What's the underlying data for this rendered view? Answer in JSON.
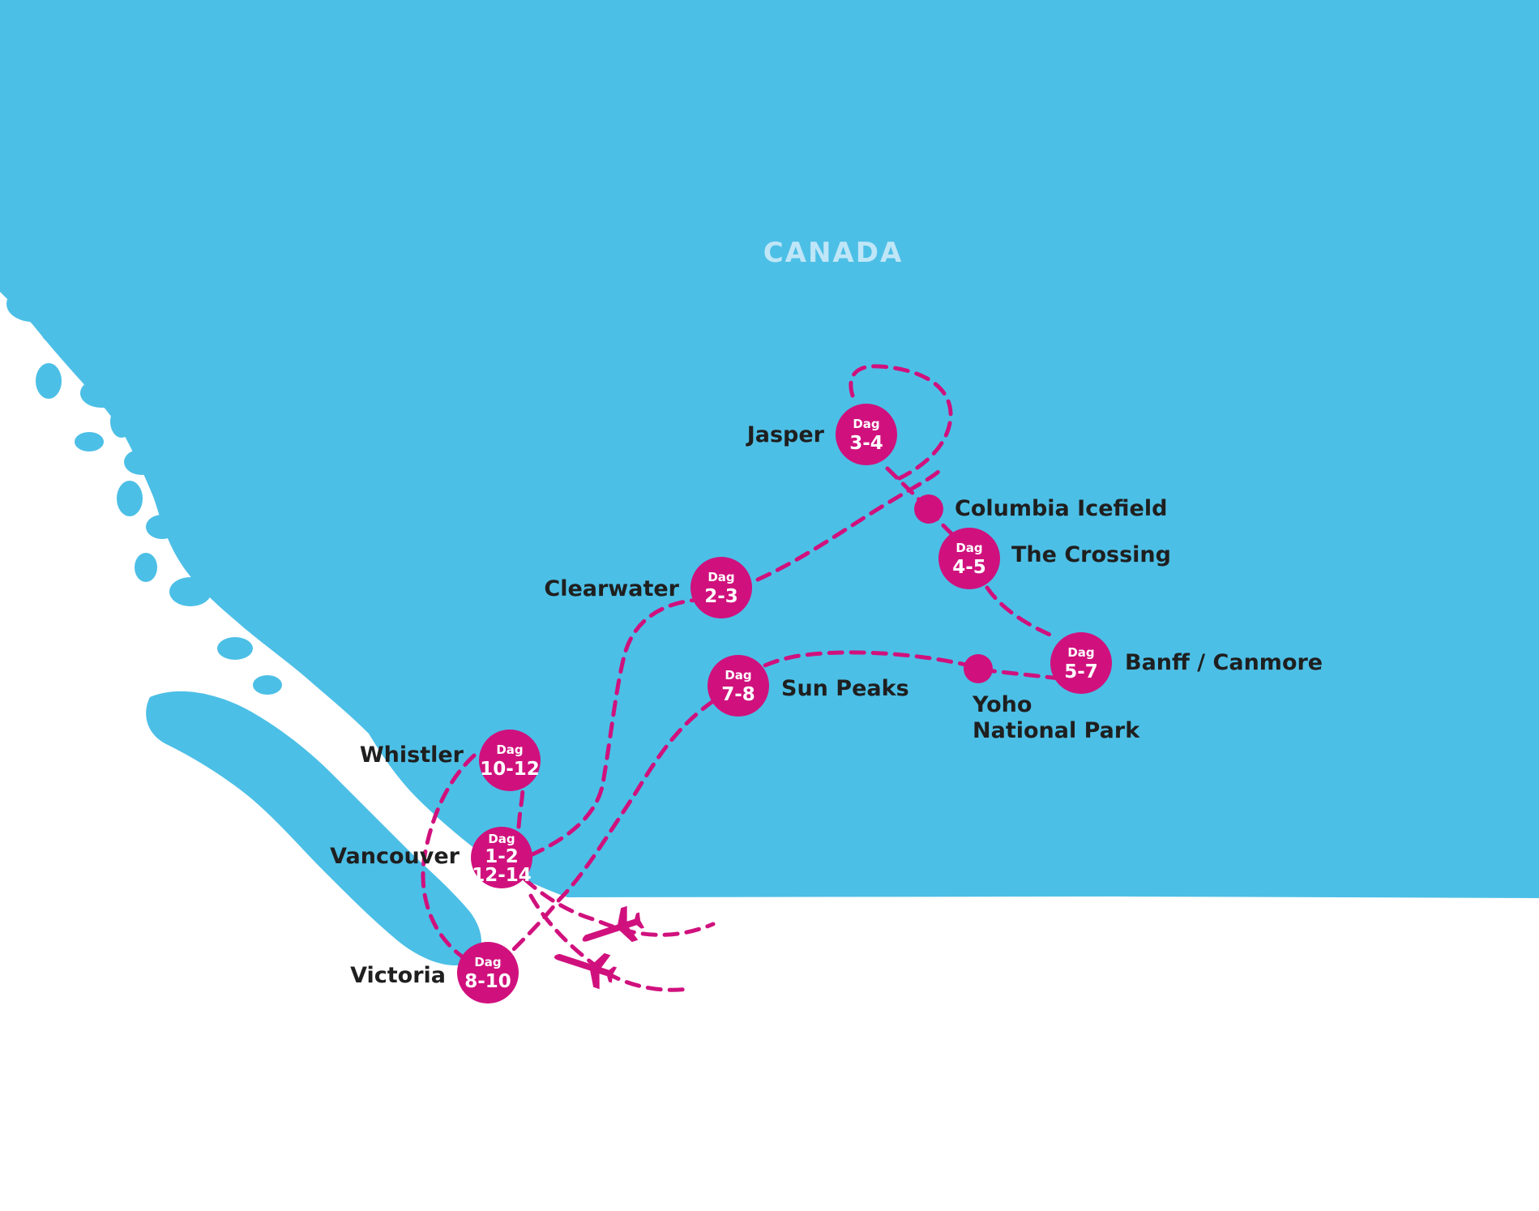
{
  "map": {
    "country_label": "CANADA",
    "colors": {
      "land": "#4cbfe6",
      "sea": "#ffffff",
      "route": "#d0117d",
      "marker": "#d0117d",
      "marker_text": "#ffffff",
      "label_text": "#1f1f1f",
      "country_label": "#bfe6f7"
    },
    "icons": [
      "airplane-icon",
      "airplane-icon"
    ]
  },
  "stops": [
    {
      "id": "jasper",
      "place": "Jasper",
      "dag_label": "Dag",
      "days": "3-4"
    },
    {
      "id": "columbia",
      "place": "Columbia Icefield"
    },
    {
      "id": "crossing",
      "place": "The Crossing",
      "dag_label": "Dag",
      "days": "4-5"
    },
    {
      "id": "clearwater",
      "place": "Clearwater",
      "dag_label": "Dag",
      "days": "2-3"
    },
    {
      "id": "banff",
      "place": "Banff / Canmore",
      "dag_label": "Dag",
      "days": "5-7"
    },
    {
      "id": "sunpeaks",
      "place": "Sun Peaks",
      "dag_label": "Dag",
      "days": "7-8"
    },
    {
      "id": "yoho",
      "place_line1": "Yoho",
      "place_line2": "National Park"
    },
    {
      "id": "whistler",
      "place": "Whistler",
      "dag_label": "Dag",
      "days": "10-12"
    },
    {
      "id": "vancouver",
      "place": "Vancouver",
      "dag_label": "Dag",
      "days": "1-2",
      "days2": "12-14"
    },
    {
      "id": "victoria",
      "place": "Victoria",
      "dag_label": "Dag",
      "days": "8-10"
    }
  ]
}
